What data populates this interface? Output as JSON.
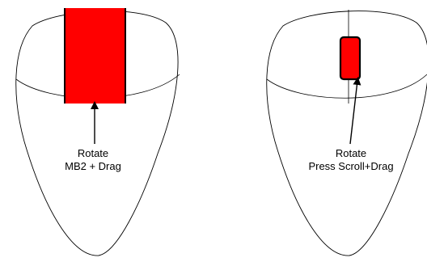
{
  "mice": [
    {
      "title": "Rotate",
      "instruction": "MB2 + Drag",
      "button": "middle-button"
    },
    {
      "title": "Rotate",
      "instruction": "Press Scroll+Drag",
      "button": "scroll-wheel"
    }
  ],
  "colors": {
    "highlight": "#ff0000",
    "outline": "#000000",
    "body_fill": "#ffffff",
    "divider": "#000000"
  }
}
